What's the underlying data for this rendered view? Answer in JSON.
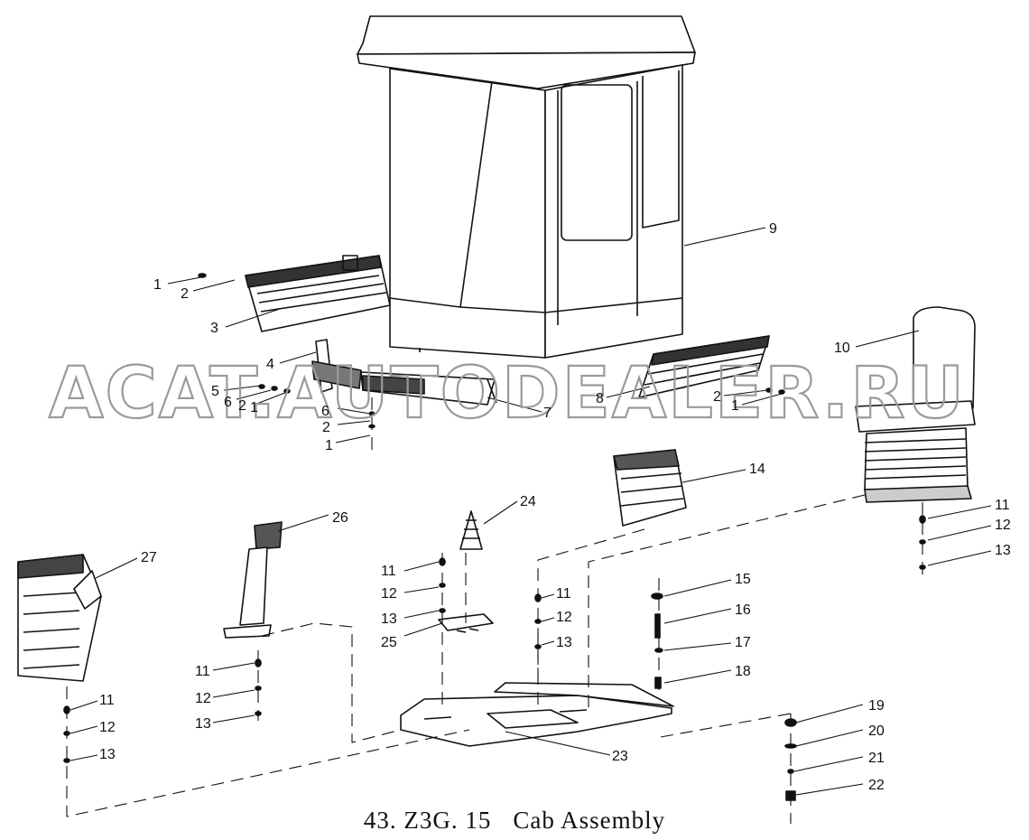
{
  "caption": {
    "code": "43. Z3G. 15",
    "title": "Cab Assembly"
  },
  "watermark": "ACAT.AUTODEALER.RU",
  "colors": {
    "ink": "#111111",
    "paper": "#ffffff",
    "watermark": "#9a9a9a"
  },
  "callouts": [
    "1",
    "2",
    "3",
    "4",
    "5",
    "6",
    "2",
    "1",
    "6",
    "2",
    "1",
    "7",
    "8",
    "2",
    "1",
    "9",
    "10",
    "11",
    "12",
    "13",
    "14",
    "24",
    "26",
    "27",
    "11",
    "12",
    "13",
    "11",
    "12",
    "13",
    "25",
    "15",
    "16",
    "17",
    "18",
    "11",
    "12",
    "13",
    "11",
    "12",
    "13",
    "23",
    "19",
    "20",
    "21",
    "22"
  ]
}
